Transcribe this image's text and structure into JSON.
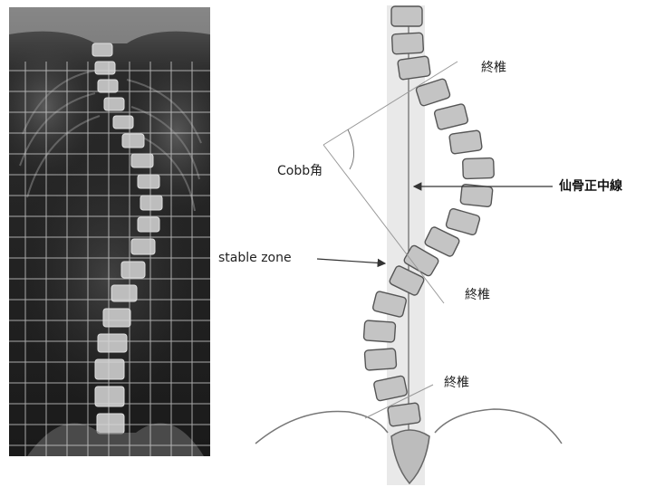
{
  "figure": {
    "labels": {
      "end_vertebra_top": "終椎",
      "cobb_angle": "Cobb角",
      "csvl": "仙骨正中線",
      "stable_zone": "stable zone",
      "end_vertebra_mid": "終椎",
      "end_vertebra_bottom": "終椎"
    }
  }
}
